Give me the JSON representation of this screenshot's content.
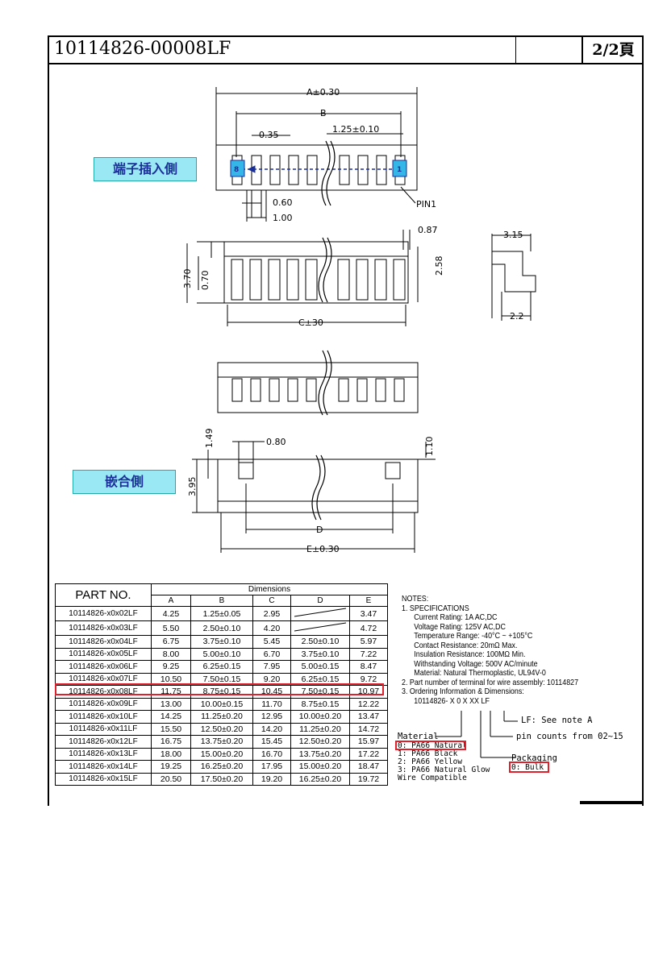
{
  "header": {
    "part_number": "10114826-00008LF",
    "page": "2/2頁"
  },
  "labels": {
    "insertion_side": "端子插入側",
    "mating_side": "嵌合側"
  },
  "drawing": {
    "dim_a": "A±0.30",
    "dim_b": "B",
    "dim_035": "0.35",
    "dim_pitch": "1.25±0.10",
    "pin8": "8",
    "pin1": "1",
    "pin1_label": "PIN1",
    "dim_060": "0.60",
    "dim_100": "1.00",
    "dim_087": "0.87",
    "dim_370": "3.70",
    "dim_070": "0.70",
    "dim_258": "2.58",
    "dim_c": "C±30",
    "dim_315": "3.15",
    "dim_22": "2.2",
    "dim_149": "1.49",
    "dim_080": "0.80",
    "dim_110": "1.10",
    "dim_395": "3.95",
    "dim_d": "D",
    "dim_e": "E±0.30"
  },
  "table": {
    "part_no_header": "PART NO.",
    "dimensions_header": "Dimensions",
    "columns": [
      "A",
      "B",
      "C",
      "D",
      "E"
    ],
    "rows": [
      [
        "10114826-x0x02LF",
        "4.25",
        "1.25±0.05",
        "2.95",
        "",
        "3.47"
      ],
      [
        "10114826-x0x03LF",
        "5.50",
        "2.50±0.10",
        "4.20",
        "",
        "4.72"
      ],
      [
        "10114826-x0x04LF",
        "6.75",
        "3.75±0.10",
        "5.45",
        "2.50±0.10",
        "5.97"
      ],
      [
        "10114826-x0x05LF",
        "8.00",
        "5.00±0.10",
        "6.70",
        "3.75±0.10",
        "7.22"
      ],
      [
        "10114826-x0x06LF",
        "9.25",
        "6.25±0.15",
        "7.95",
        "5.00±0.15",
        "8.47"
      ],
      [
        "10114826-x0x07LF",
        "10.50",
        "7.50±0.15",
        "9.20",
        "6.25±0.15",
        "9.72"
      ],
      [
        "10114826-x0x08LF",
        "11.75",
        "8.75±0.15",
        "10.45",
        "7.50±0.15",
        "10.97"
      ],
      [
        "10114826-x0x09LF",
        "13.00",
        "10.00±0.15",
        "11.70",
        "8.75±0.15",
        "12.22"
      ],
      [
        "10114826-x0x10LF",
        "14.25",
        "11.25±0.20",
        "12.95",
        "10.00±0.20",
        "13.47"
      ],
      [
        "10114826-x0x11LF",
        "15.50",
        "12.50±0.20",
        "14.20",
        "11.25±0.20",
        "14.72"
      ],
      [
        "10114826-x0x12LF",
        "16.75",
        "13.75±0.20",
        "15.45",
        "12.50±0.20",
        "15.97"
      ],
      [
        "10114826-x0x13LF",
        "18.00",
        "15.00±0.20",
        "16.70",
        "13.75±0.20",
        "17.22"
      ],
      [
        "10114826-x0x14LF",
        "19.25",
        "16.25±0.20",
        "17.95",
        "15.00±0.20",
        "18.47"
      ],
      [
        "10114826-x0x15LF",
        "20.50",
        "17.50±0.20",
        "19.20",
        "16.25±0.20",
        "19.72"
      ]
    ]
  },
  "notes": {
    "heading": "NOTES:",
    "item1": "1.  SPECIFICATIONS",
    "current": "Current Rating: 1A AC,DC",
    "voltage": "Voltage Rating: 125V AC,DC",
    "temperature": "Temperature Range: -40°C ~ +105°C",
    "contact": "Contact Resistance: 20mΩ Max.",
    "insulation": "Insulation Resistance: 100MΩ Min.",
    "withstanding": "Withstanding Voltage: 500V AC/minute",
    "material": "Material: Natural Thermoplastic, UL94V-0",
    "item2": "2.  Part number of terminal for wire assembly: 10114827",
    "item3": "3.  Ordering Information & Dimensions:",
    "ordering_code": "10114826- X 0 X XX LF",
    "lf_note": "LF: See note A",
    "pin_counts": "pin counts from 02~15",
    "material_heading": "Material",
    "mat0": "0: PA66 Natural",
    "mat1": "1: PA66 Black",
    "mat2": "2: PA66 Yellow",
    "mat3": "3: PA66 Natural Glow",
    "wire": "Wire Compatible",
    "packaging_heading": "Packaging",
    "pack0": "0: Bulk"
  }
}
